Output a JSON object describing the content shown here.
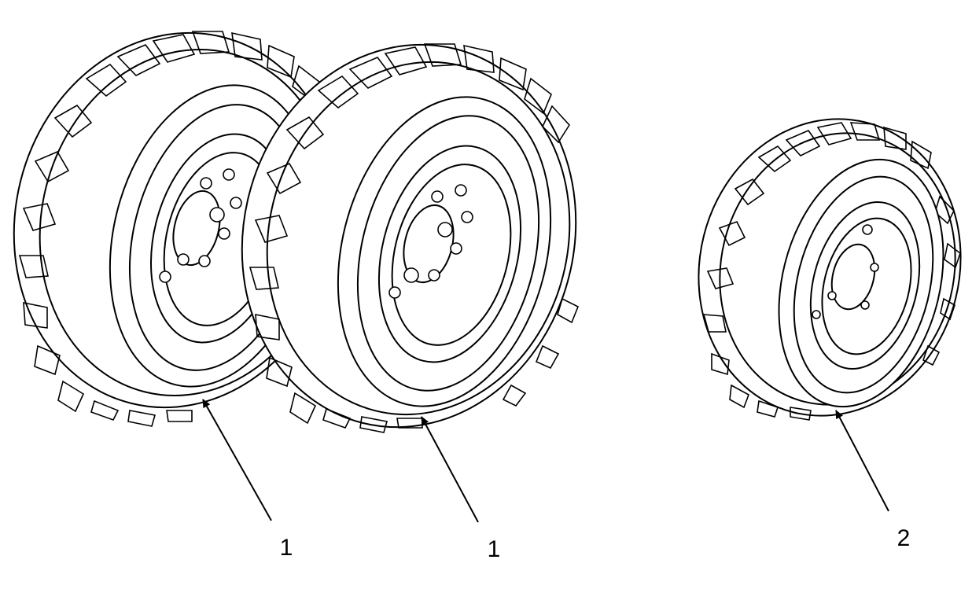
{
  "colors": {
    "line": "#000000",
    "background": "#ffffff"
  },
  "parts": [
    {
      "callout": "1",
      "item": "wheel-assembly-dual-left"
    },
    {
      "callout": "1",
      "item": "wheel-assembly-dual-right"
    },
    {
      "callout": "2",
      "item": "wheel-assembly-single"
    }
  ]
}
